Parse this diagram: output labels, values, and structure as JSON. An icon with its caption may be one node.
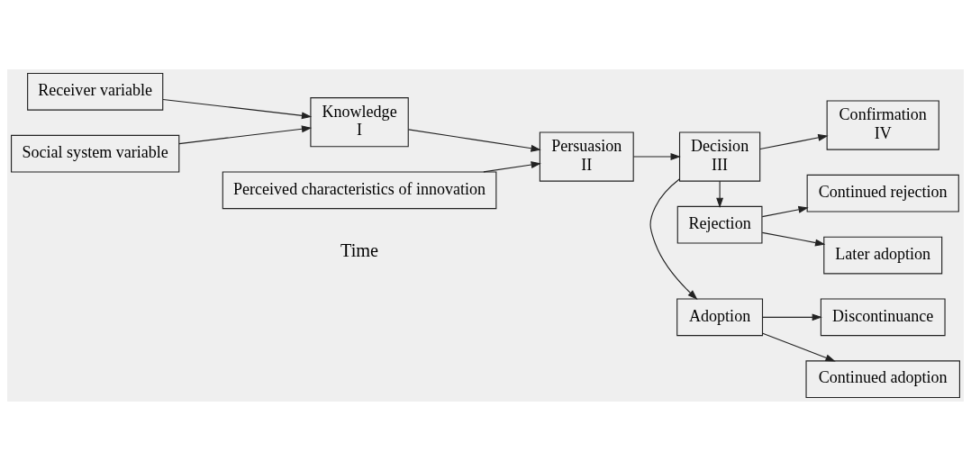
{
  "diagram": {
    "nodes": [
      {
        "text": [
          "Receiver variable"
        ]
      },
      {
        "text": [
          "Knowledge",
          "I"
        ]
      },
      {
        "text": [
          "Social system variable"
        ]
      },
      {
        "text": [
          "Perceived characteristics of innovation"
        ]
      },
      {
        "text": [
          "Persuasion",
          "II"
        ]
      },
      {
        "text": [
          "Adoption"
        ]
      },
      {
        "text": [
          "Decision",
          "III"
        ]
      },
      {
        "text": [
          "Rejection"
        ]
      },
      {
        "text": [
          "Continued adoption"
        ]
      },
      {
        "text": [
          "Discontinuance"
        ]
      },
      {
        "text": [
          "Confirmation",
          "IV"
        ]
      },
      {
        "text": [
          "Later adoption"
        ]
      },
      {
        "text": [
          "Continued rejection"
        ]
      }
    ],
    "edges": [
      {
        "from": 0,
        "to": 1,
        "arrow": "to"
      },
      {
        "from": 2,
        "to": 1,
        "arrow": "to"
      },
      {
        "from": 1,
        "to": 4,
        "arrow": "to"
      },
      {
        "from": 3,
        "to": 4,
        "arrow": "to"
      },
      {
        "from": 4,
        "to": 6,
        "arrow": "to"
      },
      {
        "from": 6,
        "to": 5,
        "arrow": "to"
      },
      {
        "from": 6,
        "to": 10,
        "arrow": "to"
      },
      {
        "from": 6,
        "to": 7,
        "arrow": "to"
      },
      {
        "from": 5,
        "to": 8,
        "arrow": "to"
      },
      {
        "from": 5,
        "to": 9,
        "arrow": "to"
      },
      {
        "from": 7,
        "to": 11,
        "arrow": "to"
      },
      {
        "from": 7,
        "to": 12,
        "arrow": "to"
      }
    ],
    "labels": [
      "Time"
    ]
  }
}
